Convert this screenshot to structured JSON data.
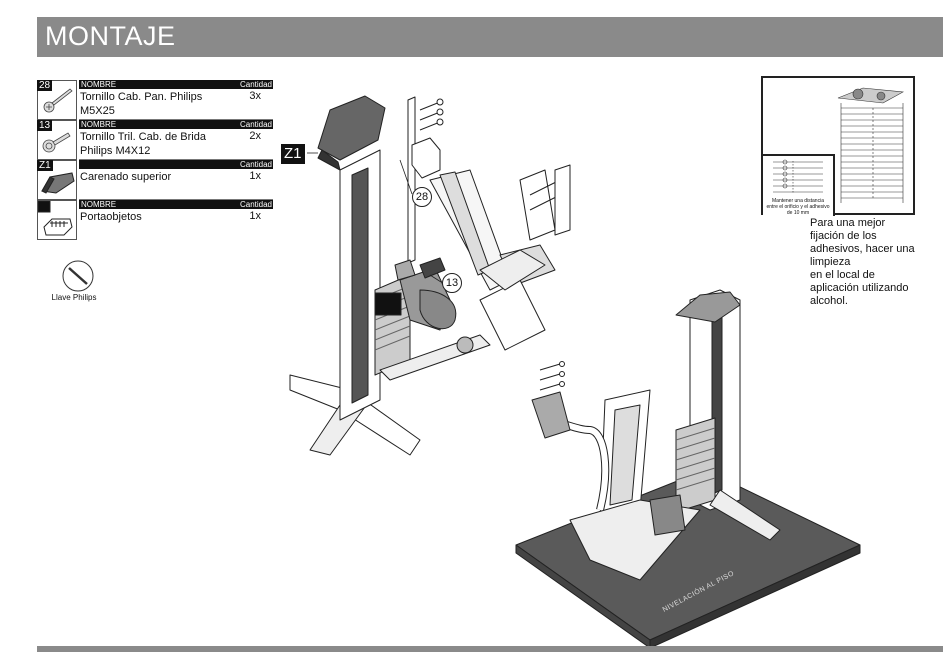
{
  "header": {
    "title": "MONTAJE"
  },
  "parts_table": {
    "col_name": "NOMBRE",
    "col_qty": "Cantidad",
    "items": [
      {
        "num": "28",
        "name": "Tornillo Cab. Pan. Philips M5X25",
        "qty": "3x",
        "icon": "screw-icon"
      },
      {
        "num": "13",
        "name": "Tornillo Tril. Cab. de Brida  Philips M4X12",
        "qty": "2x",
        "icon": "flange-screw-icon"
      },
      {
        "num": "Z1",
        "name": "Carenado superior",
        "qty": "1x",
        "icon": "top-cover-icon"
      },
      {
        "num": "",
        "name": "Portaobjetos",
        "qty": "1x",
        "icon": "object-holder-icon"
      }
    ]
  },
  "tool": {
    "label": "Llave Philips",
    "icon": "philips-screwdriver-icon"
  },
  "diagram": {
    "tag_z1": "Z1",
    "callout_28": "28",
    "callout_13": "13",
    "floor_label": "NIVELACIÓN AL PISO"
  },
  "detail": {
    "inset_text": "Mantener una distancia entre el orificio y el adhesivo de 10 mm",
    "note": "Para una mejor\nfijación de los\nadhesivos, hacer una\nlimpieza\nen el local de\naplicación utilizando\nalcohol."
  }
}
